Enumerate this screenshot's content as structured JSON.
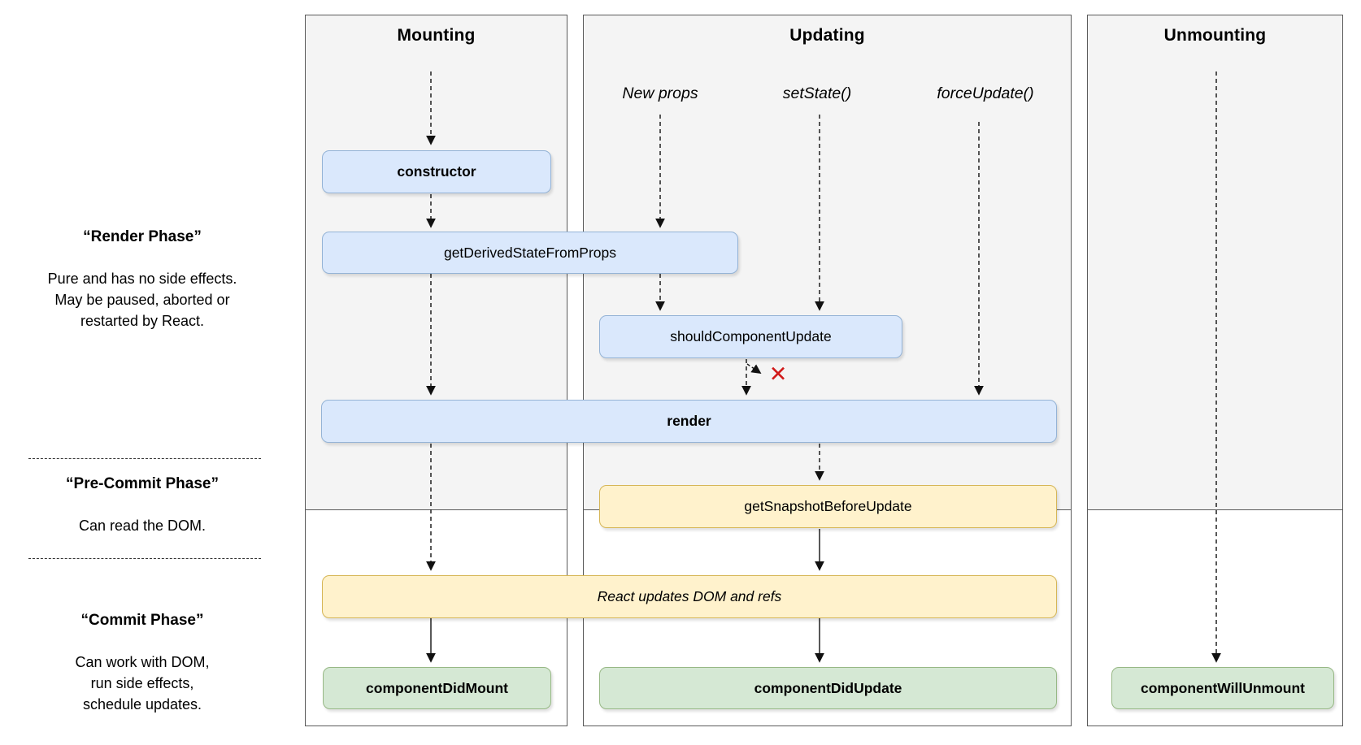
{
  "headers": {
    "mounting": "Mounting",
    "updating": "Updating",
    "unmounting": "Unmounting"
  },
  "triggers": {
    "new_props": "New props",
    "set_state": "setState()",
    "force_update": "forceUpdate()"
  },
  "nodes": {
    "constructor": "constructor",
    "get_derived_state_from_props": "getDerivedStateFromProps",
    "should_component_update": "shouldComponentUpdate",
    "render": "render",
    "get_snapshot_before_update": "getSnapshotBeforeUpdate",
    "react_updates_dom": "React updates DOM and refs",
    "component_did_mount": "componentDidMount",
    "component_did_update": "componentDidUpdate",
    "component_will_unmount": "componentWillUnmount"
  },
  "phases": {
    "render": {
      "title": "“Render Phase”",
      "lines": [
        "Pure and has no side effects.",
        "May be paused, aborted or",
        "restarted by React."
      ]
    },
    "pre_commit": {
      "title": "“Pre-Commit Phase”",
      "lines": [
        "Can read the DOM."
      ]
    },
    "commit": {
      "title": "“Commit Phase”",
      "lines": [
        "Can work with DOM,",
        "run side effects,",
        "schedule updates."
      ]
    }
  },
  "icons": {
    "abort_x": "✕"
  },
  "colors": {
    "node_blue_fill": "#dae8fc",
    "node_blue_border": "#94b3d6",
    "node_yellow_fill": "#fff2cc",
    "node_yellow_border": "#d6b656",
    "node_green_fill": "#d5e8d4",
    "node_green_border": "#97b885",
    "panel_fill": "#f4f4f4",
    "panel_border": "#5a5a5a",
    "abort_red": "#d11a1a"
  }
}
